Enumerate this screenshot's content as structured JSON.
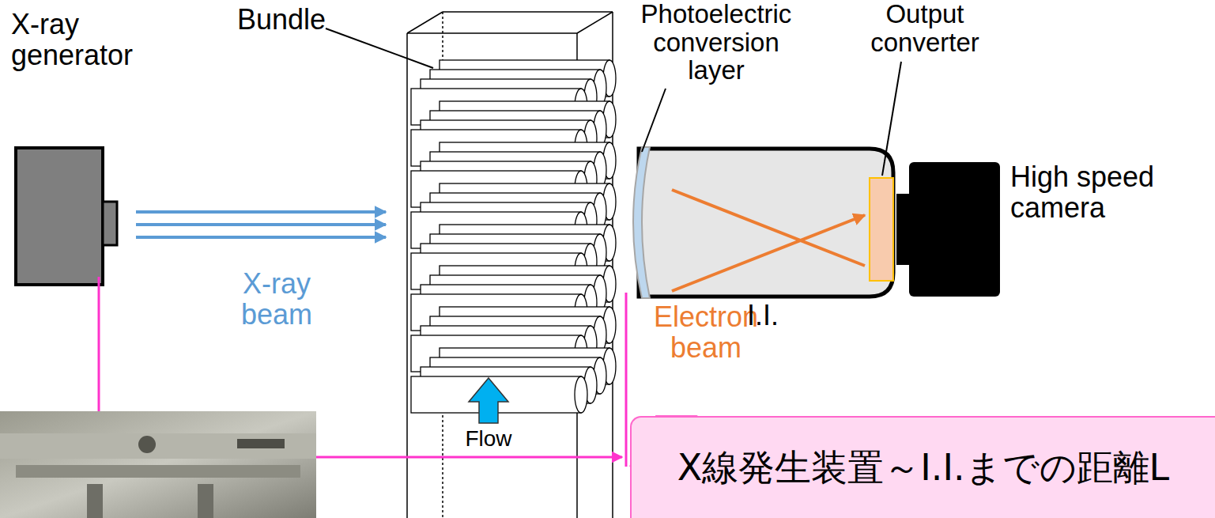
{
  "diagram": {
    "nodes": [
      {
        "text": [
          "X線発生装置～I.I.までの距離L"
        ]
      }
    ],
    "labels": [
      "Bundle",
      "X-ray generator",
      "Photoelectric conversion layer",
      "Output converter",
      "High speed camera",
      "X-ray beam",
      "Electron beam",
      "I.I.",
      "Flow"
    ]
  }
}
